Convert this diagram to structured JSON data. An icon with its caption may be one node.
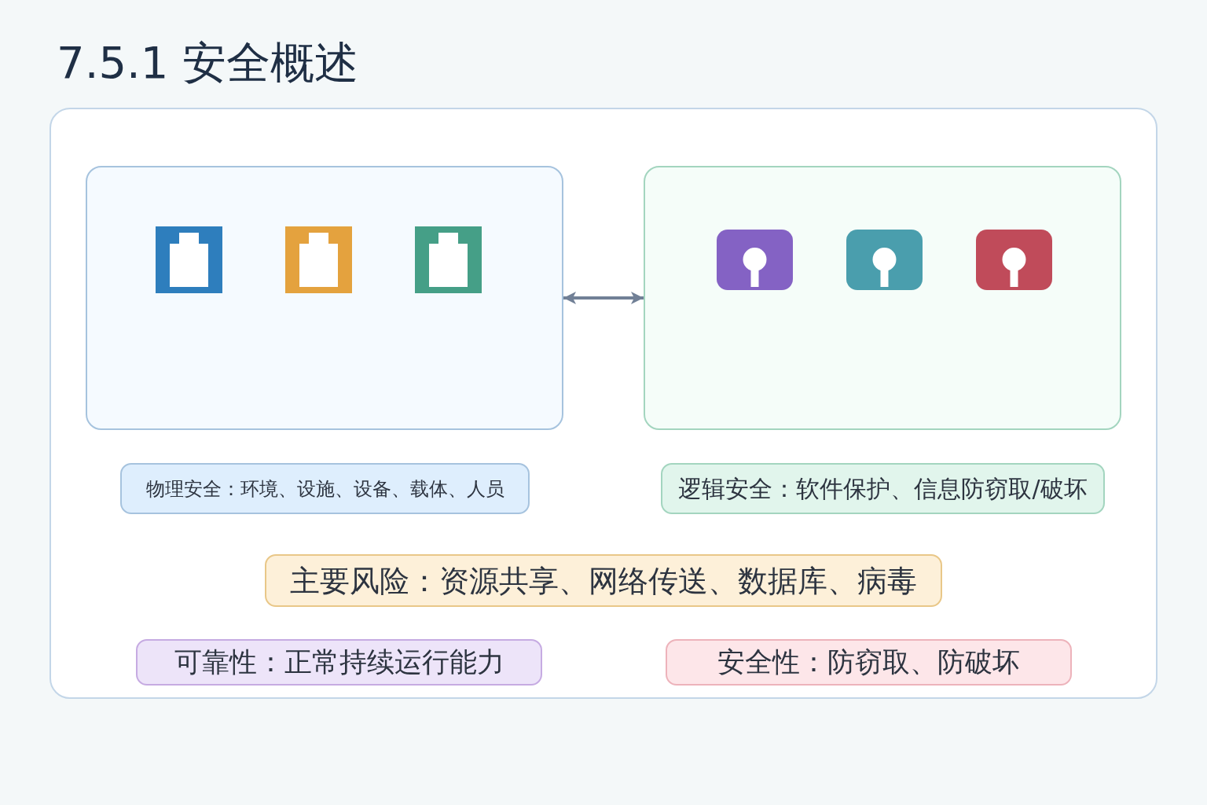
{
  "diagram": {
    "title": "7.5.1 安全概述",
    "nodes": [
      {
        "text": [],
        "shape": "box"
      },
      {
        "text": [],
        "shape": "box"
      },
      {
        "text": [
          "物理安全：环境、设施、设备、载体、人员"
        ]
      },
      {
        "text": [
          "逻辑安全：软件保护、信息防窃取/破坏"
        ]
      },
      {
        "text": [
          "主要风险：资源共享、网络传送、数据库、病毒"
        ]
      },
      {
        "text": [
          "可靠性：正常持续运行能力"
        ]
      },
      {
        "text": [
          "安全性：防窃取、防破坏"
        ]
      }
    ],
    "edges": [
      {
        "from": 0,
        "to": 1,
        "arrow": "both"
      }
    ]
  }
}
